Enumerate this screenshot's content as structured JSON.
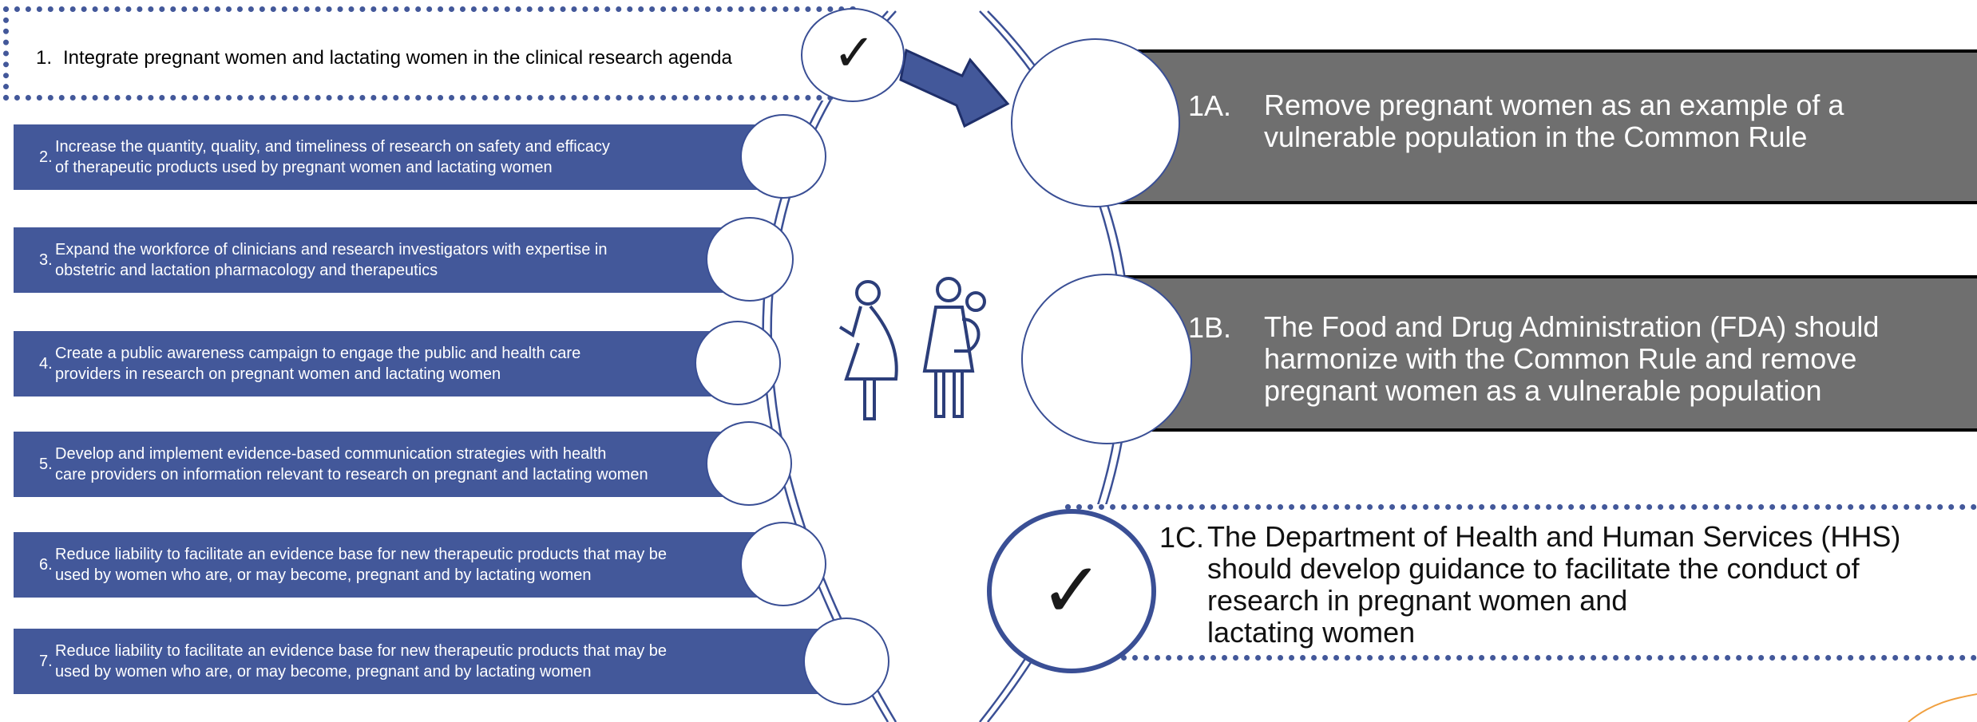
{
  "left_items": [
    {
      "num": "1.",
      "text": "Integrate pregnant women and lactating women in the clinical research agenda",
      "checked": true
    },
    {
      "num": "2.",
      "line1": "Increase the quantity, quality, and timeliness of research on safety and efficacy",
      "line2": "of therapeutic products used by pregnant women and lactating women"
    },
    {
      "num": "3.",
      "line1": "Expand the workforce of clinicians and research investigators with expertise in",
      "line2": "obstetric and lactation pharmacology and therapeutics"
    },
    {
      "num": "4.",
      "line1": "Create a public awareness campaign to engage the public and health care",
      "line2": "providers in research on pregnant women and lactating women"
    },
    {
      "num": "5.",
      "line1": "Develop and implement evidence-based communication strategies with health",
      "line2": "care providers on information relevant to research on pregnant and lactating women"
    },
    {
      "num": "6.",
      "line1": "Reduce liability to facilitate an evidence base for new therapeutic products that may be",
      "line2": "used by women who are, or may become, pregnant and by lactating women"
    },
    {
      "num": "7.",
      "line1": "Reduce liability to facilitate an evidence base for new therapeutic products that may be",
      "line2": "used by women who are, or may become, pregnant and by lactating women"
    }
  ],
  "right_items": [
    {
      "label": "1A.",
      "lines": [
        "Remove pregnant women as an example of a",
        "vulnerable population in the Common Rule"
      ]
    },
    {
      "label": "1B.",
      "lines": [
        "The Food and Drug Administration (FDA) should",
        "harmonize with the Common Rule and remove",
        "pregnant women as a vulnerable population"
      ]
    },
    {
      "label": "1C.",
      "lines": [
        "The Department of Health and Human Services (HHS)",
        "should develop guidance to facilitate the conduct of",
        "research in pregnant women and",
        "lactating women"
      ],
      "checked": true
    }
  ],
  "check_mark": "✓",
  "colors": {
    "blue": "#43589a",
    "gray": "#6f6f6f",
    "ring": "#3a4f95"
  },
  "icons": [
    "arrow-icon",
    "pregnant-woman-icon",
    "mother-with-baby-icon"
  ]
}
